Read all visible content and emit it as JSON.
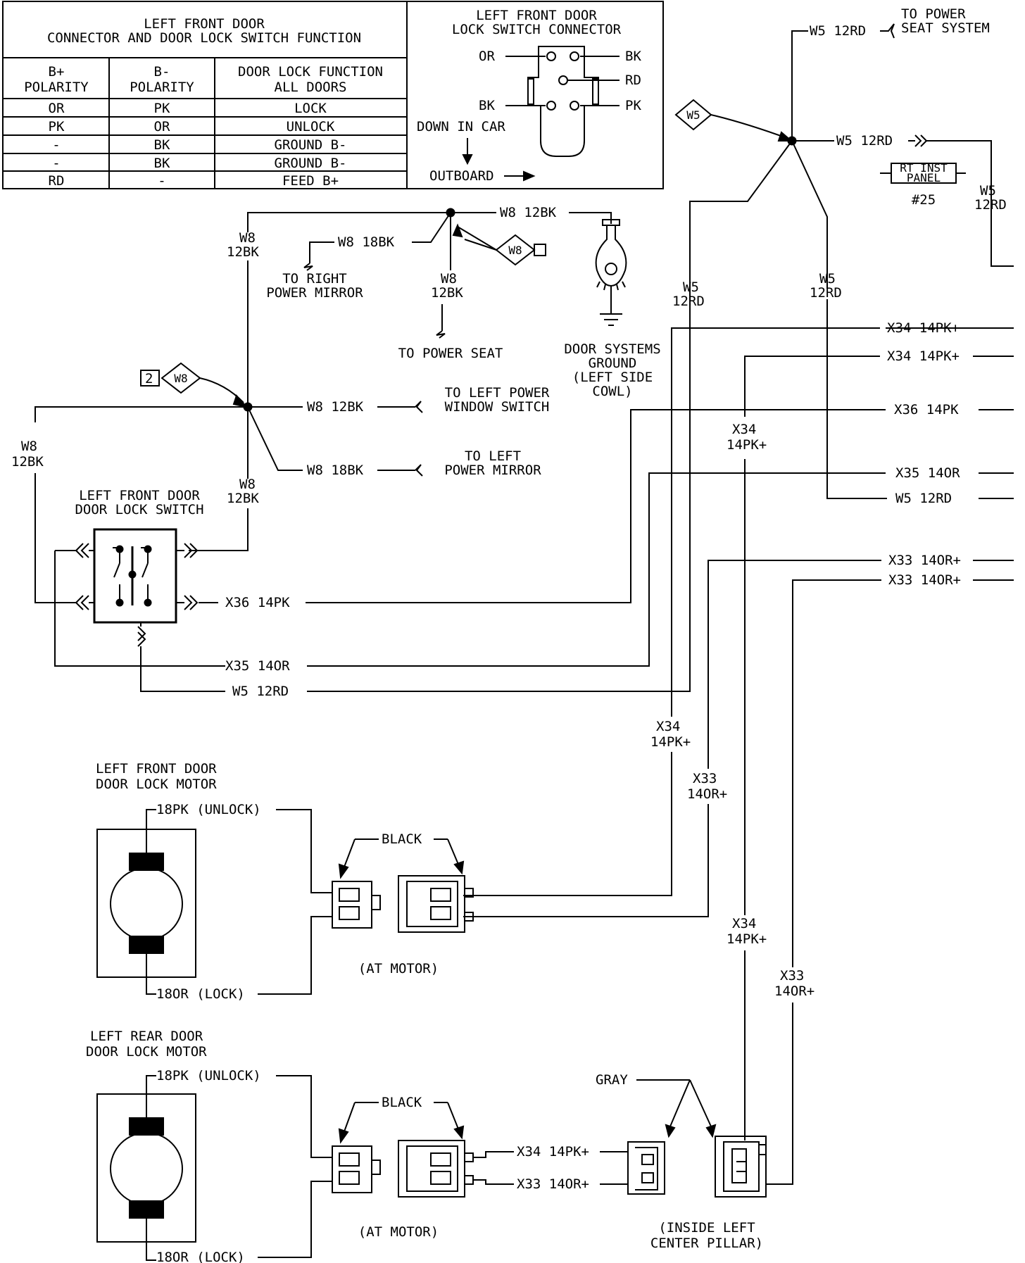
{
  "table": {
    "title_line1": "LEFT FRONT DOOR",
    "title_line2": "CONNECTOR AND DOOR LOCK SWITCH FUNCTION",
    "headers": [
      [
        "B+",
        "POLARITY"
      ],
      [
        "B-",
        "POLARITY"
      ],
      [
        "DOOR LOCK FUNCTION",
        "ALL DOORS"
      ]
    ],
    "rows": [
      [
        "OR",
        "PK",
        "LOCK"
      ],
      [
        "PK",
        "OR",
        "UNLOCK"
      ],
      [
        "-",
        "BK",
        "GROUND B-"
      ],
      [
        "-",
        "BK",
        "GROUND B-"
      ],
      [
        "RD",
        "-",
        "FEED B+"
      ]
    ]
  },
  "connector": {
    "title_line1": "LEFT FRONT DOOR",
    "title_line2": "LOCK SWITCH CONNECTOR",
    "pin_or": "OR",
    "pin_bk_top": "BK",
    "pin_rd": "RD",
    "pin_bk": "BK",
    "pin_pk": "PK",
    "down_in_car": "DOWN IN CAR",
    "outboard": "OUTBOARD"
  },
  "wires": {
    "w5_12rd": "W5 12RD",
    "w5": "W5",
    "rd12": "12RD",
    "w8": "W8",
    "bk12": "12BK",
    "w8_12bk": "W8 12BK",
    "w8_18bk": "W8 18BK",
    "x34_14pk_s": "X34 14PK+",
    "x34": "X34",
    "pk14_s": "14PK+",
    "x36_14pk": "X36 14PK",
    "x35_14or": "X35 14OR",
    "x33_14or_s": "X33 14OR+",
    "x33": "X33",
    "or14_s": "14OR+",
    "pk18_unlock": "18PK (UNLOCK)",
    "or18_lock": "18OR (LOCK)"
  },
  "labels": {
    "to_power_seat_system_1": "TO POWER",
    "to_power_seat_system_2": "SEAT SYSTEM",
    "w5_diamond": "W5",
    "w8_diamond": "W8",
    "w8_diamond_left": "W8",
    "two": "2",
    "rt_inst_1": "RT INST",
    "rt_inst_2": "PANEL",
    "rt_inst_num": "#25",
    "to_right_mirror_1": "TO RIGHT",
    "to_right_mirror_2": "POWER MIRROR",
    "to_power_seat": "TO POWER SEAT",
    "ground_1": "DOOR SYSTEMS",
    "ground_2": "GROUND",
    "ground_3": "(LEFT SIDE",
    "ground_4": "COWL)",
    "to_left_window_1": "TO LEFT POWER",
    "to_left_window_2": "WINDOW SWITCH",
    "to_left_mirror_1": "TO LEFT",
    "to_left_mirror_2": "POWER MIRROR",
    "switch_1": "LEFT FRONT DOOR",
    "switch_2": "DOOR LOCK SWITCH",
    "lf_motor_1": "LEFT FRONT DOOR",
    "lf_motor_2": "DOOR LOCK MOTOR",
    "lr_motor_1": "LEFT REAR DOOR",
    "lr_motor_2": "DOOR LOCK MOTOR",
    "black": "BLACK",
    "gray": "GRAY",
    "at_motor": "(AT MOTOR)",
    "pillar_1": "(INSIDE LEFT",
    "pillar_2": "CENTER PILLAR)"
  }
}
